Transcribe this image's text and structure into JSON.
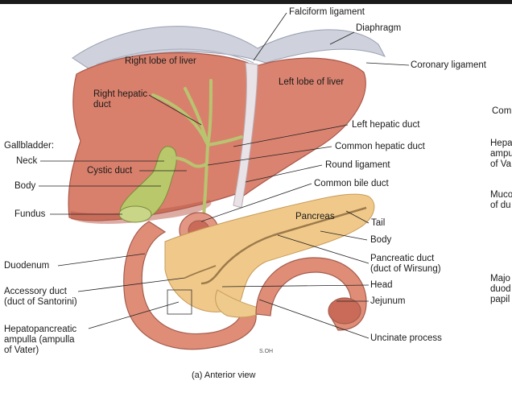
{
  "colors": {
    "liver": "#d9806c",
    "liver_shadow": "#b9594a",
    "gallbladder": "#b9c86a",
    "bile_duct": "#b8c470",
    "pancreas": "#f0c98a",
    "duodenum": "#e08d78",
    "diaphragm": "#c9ccd8",
    "leader": "#222222"
  },
  "labels": {
    "falciform_ligament": "Falciform ligament",
    "diaphragm": "Diaphragm",
    "coronary_ligament": "Coronary ligament",
    "right_lobe": "Right lobe of liver",
    "left_lobe": "Left lobe of liver",
    "right_hepatic_duct": "Right hepatic\nduct",
    "left_hepatic_duct": "Left hepatic duct",
    "gallbladder": "Gallbladder:",
    "common_hepatic_duct": "Common hepatic duct",
    "neck": "Neck",
    "cystic_duct": "Cystic duct",
    "round_ligament": "Round ligament",
    "body_gb": "Body",
    "common_bile_duct": "Common bile duct",
    "fundus": "Fundus",
    "pancreas": "Pancreas",
    "tail": "Tail",
    "body_pancreas": "Body",
    "duodenum": "Duodenum",
    "pancreatic_duct": "Pancreatic duct\n(duct of Wirsung)",
    "accessory_duct": "Accessory duct\n(duct of Santorini)",
    "head": "Head",
    "jejunum": "Jejunum",
    "hepatopancreatic_ampulla": "Hepatopancreatic\nampulla (ampulla\nof Vater)",
    "uncinate_process": "Uncinate process",
    "caption": "(a) Anterior view",
    "signature": "S.OH"
  },
  "side_fragments": {
    "f1": "Com",
    "f2": "Hepa\nampu\nof Va",
    "f3": "Muco\nof du",
    "f4": "Majo\nduod\npapil"
  }
}
